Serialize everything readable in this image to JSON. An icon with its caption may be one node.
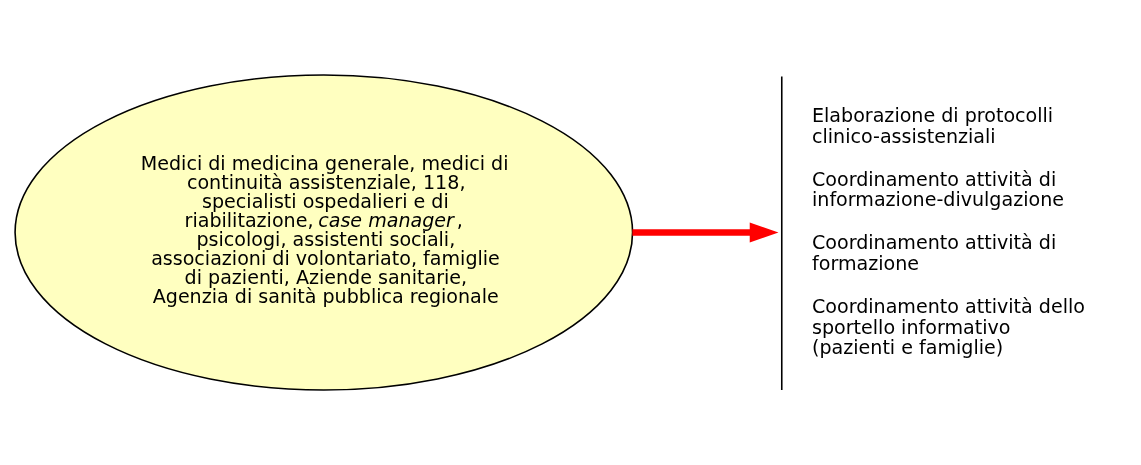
{
  "diagram": {
    "nodes": [
      {
        "text": [
          "Medici di medicina generale, medici di continuità assistenziale, 118, specialisti ospedalieri e di riabilitazione, *case manager*, psicologi, assistenti sociali, associazioni di volontariato, famiglie di pazienti, Aziende sanitarie, Agenzia di sanità pubblica regionale"
        ]
      },
      {
        "text": [
          "Elaborazione di protocolli clinico-assistenziali",
          "Coordinamento attività di informazione-divulgazione",
          "Coordinamento attività di formazione",
          "Coordinamento attività dello sportello informativo (pazienti e famiglie)"
        ]
      }
    ],
    "edges": [
      {
        "from": 0,
        "to": 1,
        "arrow": "to",
        "color": "#ff0000"
      }
    ]
  }
}
